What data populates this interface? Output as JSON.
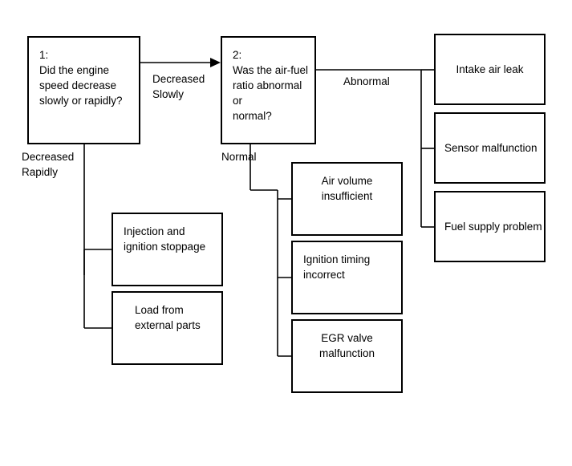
{
  "diagram": {
    "title": "Engine speed decrease diagnostic flowchart",
    "type": "flowchart",
    "background_color": "#ffffff",
    "line_color": "#000000",
    "box_border_color": "#000000",
    "box_fill_color": "#ffffff"
  },
  "nodes": {
    "question1": {
      "number": "1:",
      "text": "1:\nDid the engine\nspeed decrease\nslowly or rapidly?"
    },
    "question2": {
      "number": "2:",
      "text": "2:\nWas the air-fuel\nratio abnormal or\nnormal?"
    },
    "injection_ignition_stoppage": {
      "text": "Injection and\nignition stoppage"
    },
    "load_external_parts": {
      "text": "Load from\nexternal parts"
    },
    "air_volume_insufficient": {
      "text": "Air volume\ninsufficient"
    },
    "ignition_timing_incorrect": {
      "text": "Ignition timing\nincorrect"
    },
    "egr_valve_malfunction": {
      "text": "EGR valve\nmalfunction"
    },
    "intake_air_leak": {
      "text": "Intake air leak"
    },
    "sensor_malfunction": {
      "text": "Sensor malfunction"
    },
    "fuel_supply_problem": {
      "text": "Fuel supply problem"
    }
  },
  "edge_labels": {
    "decreased_slowly": "Decreased\nSlowly",
    "decreased_rapidly": "Decreased\nRapidly",
    "normal": "Normal",
    "abnormal": "Abnormal"
  }
}
